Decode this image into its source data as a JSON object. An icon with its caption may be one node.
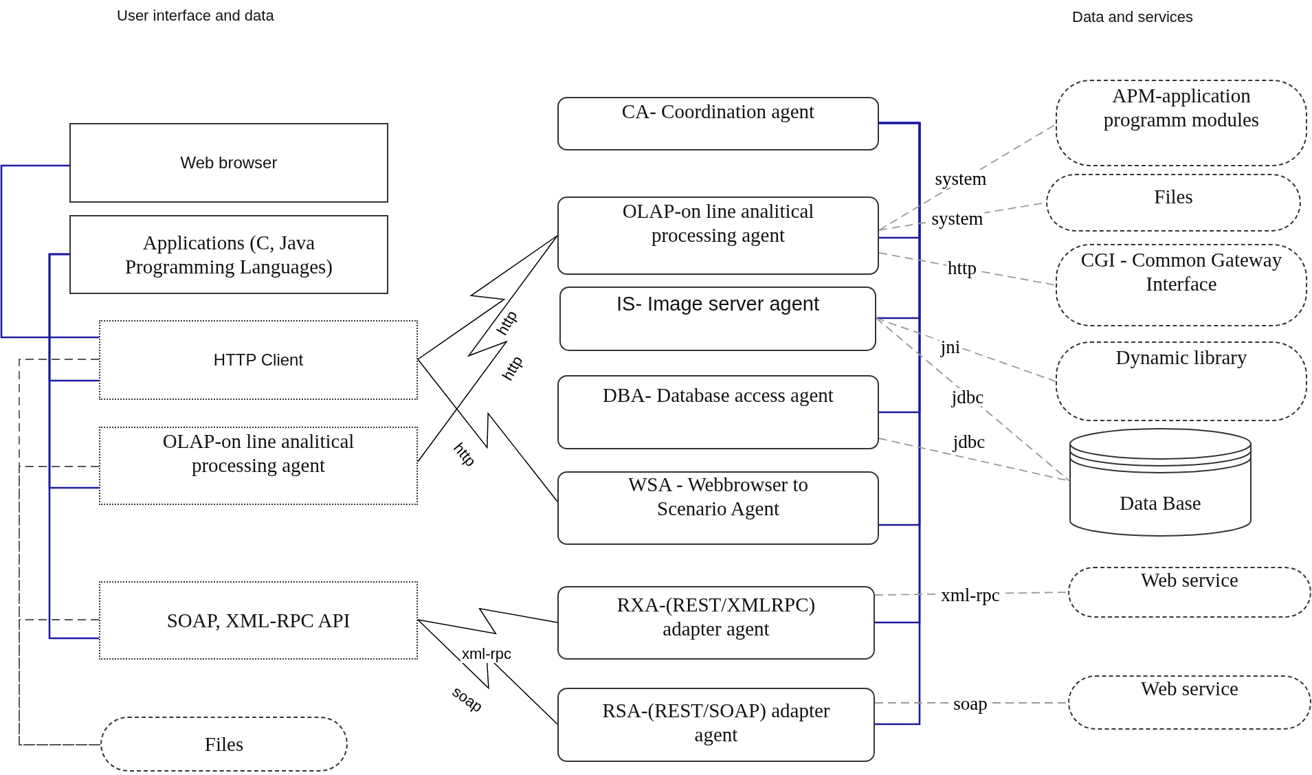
{
  "diagram": {
    "nodes": [
      {
        "text": [
          "Web browser"
        ]
      },
      {
        "text": [
          "Applications (C, Java Programming Languages)"
        ]
      },
      {
        "text": [
          "HTTP Client"
        ]
      },
      {
        "text": [
          "OLAP-on line analitical processing agent"
        ]
      },
      {
        "text": [
          "SOAP, XML-RPC API"
        ]
      },
      {
        "text": [
          "Files"
        ]
      },
      {
        "text": [
          "CA- Coordination agent"
        ]
      },
      {
        "text": [
          "OLAP-on line analitical processing agent"
        ]
      },
      {
        "text": [
          "IS- Image server agent"
        ]
      },
      {
        "text": [
          "DBA- Database access agent"
        ]
      },
      {
        "text": [
          "WSA - Webbrowser to Scenario Agent"
        ]
      },
      {
        "text": [
          "RXA-(REST/XMLRPC) adapter agent"
        ]
      },
      {
        "text": [
          "RSA-(REST/SOAP) adapter agent"
        ]
      },
      {
        "text": [
          "APM-application programm modules"
        ]
      },
      {
        "text": [
          "Files"
        ]
      },
      {
        "text": [
          "CGI - Common Gateway Interface"
        ]
      },
      {
        "text": [
          "Dynamic library"
        ]
      },
      {
        "text": [
          "Data Base"
        ]
      },
      {
        "text": [
          "Web service"
        ]
      },
      {
        "text": [
          "Web service"
        ]
      }
    ],
    "edges": [
      {
        "from": 0,
        "to": 2,
        "arrow": "none"
      },
      {
        "from": 1,
        "to": 2,
        "arrow": "none"
      },
      {
        "from": 1,
        "to": 3,
        "arrow": "none"
      },
      {
        "from": 1,
        "to": 4,
        "arrow": "none"
      },
      {
        "from": 2,
        "to": 5,
        "arrow": "none",
        "style": "dashed",
        "color": "#555555"
      },
      {
        "from": 3,
        "to": 5,
        "arrow": "none",
        "style": "dashed",
        "color": "#555555"
      },
      {
        "from": 4,
        "to": 5,
        "arrow": "none",
        "style": "dashed",
        "color": "#555555"
      },
      {
        "from": 2,
        "to": 7,
        "label": "http",
        "arrow": "none",
        "color": "#000000"
      },
      {
        "from": 3,
        "to": 7,
        "label": "http",
        "arrow": "none",
        "color": "#000000"
      },
      {
        "from": 2,
        "to": 10,
        "label": "http",
        "arrow": "none",
        "color": "#000000"
      },
      {
        "from": 4,
        "to": 11,
        "label": "xml-rpc",
        "arrow": "none",
        "color": "#000000"
      },
      {
        "from": 4,
        "to": 12,
        "label": "soap",
        "arrow": "none",
        "color": "#000000"
      },
      {
        "from": 6,
        "to": 7,
        "arrow": "none"
      },
      {
        "from": 6,
        "to": 8,
        "arrow": "none"
      },
      {
        "from": 6,
        "to": 9,
        "arrow": "none"
      },
      {
        "from": 6,
        "to": 10,
        "arrow": "none"
      },
      {
        "from": 6,
        "to": 11,
        "arrow": "none"
      },
      {
        "from": 6,
        "to": 12,
        "arrow": "none"
      },
      {
        "from": 7,
        "to": 13,
        "label": "system",
        "arrow": "none",
        "style": "dashed",
        "color": "#999999"
      },
      {
        "from": 7,
        "to": 14,
        "label": "system",
        "arrow": "none",
        "style": "dashed",
        "color": "#999999"
      },
      {
        "from": 7,
        "to": 15,
        "label": "http",
        "arrow": "none",
        "style": "dashed",
        "color": "#999999"
      },
      {
        "from": 8,
        "to": 16,
        "label": "jni",
        "arrow": "none",
        "style": "dashed",
        "color": "#999999"
      },
      {
        "from": 8,
        "to": 17,
        "label": "jdbc",
        "arrow": "none",
        "style": "dashed",
        "color": "#999999"
      },
      {
        "from": 9,
        "to": 17,
        "label": "jdbc",
        "arrow": "none",
        "style": "dashed",
        "color": "#999999"
      },
      {
        "from": 11,
        "to": 18,
        "label": "xml-rpc",
        "arrow": "none",
        "style": "dashed",
        "color": "#999999"
      },
      {
        "from": 12,
        "to": 19,
        "label": "soap",
        "arrow": "none",
        "style": "dashed",
        "color": "#999999"
      }
    ],
    "labels": [
      "User interface and data",
      "Data and services"
    ]
  }
}
